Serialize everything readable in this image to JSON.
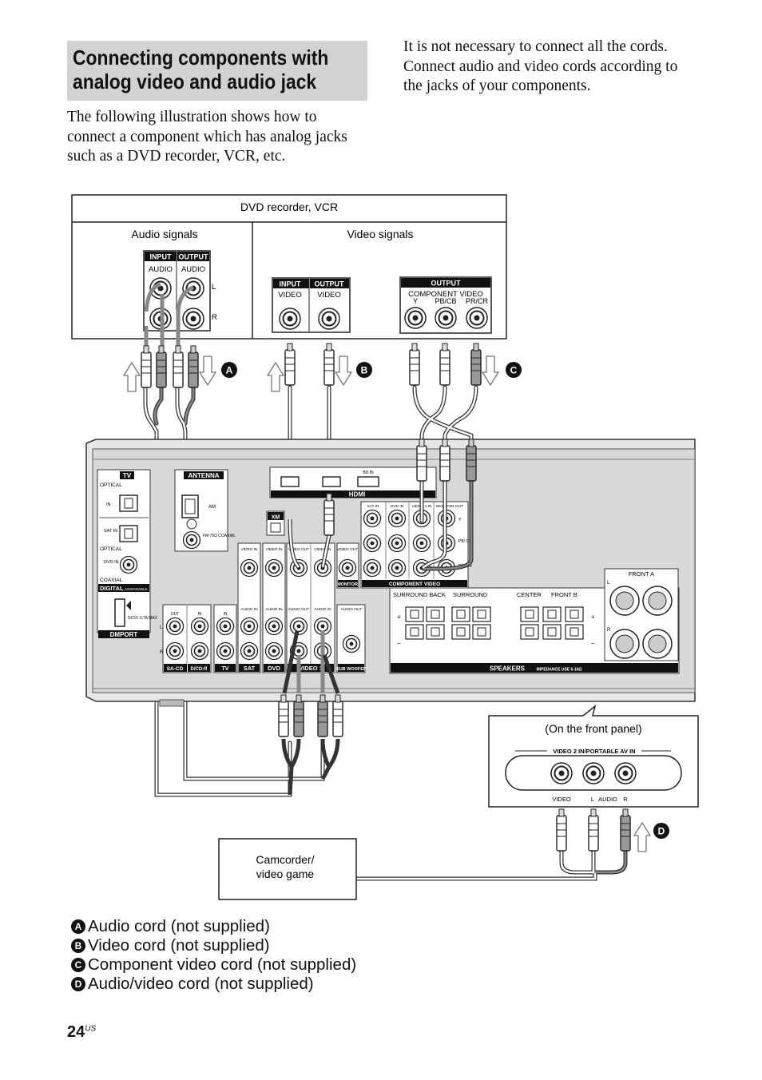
{
  "heading": {
    "line1": "Connecting components with",
    "line2": "analog video and audio jack"
  },
  "intro_left": [
    "The following illustration shows how to",
    "connect a component which has analog jacks",
    "such as a DVD recorder, VCR, etc."
  ],
  "intro_right": [
    "It is not necessary to connect all the cords.",
    "Connect audio and video cords according to",
    "the jacks of your components."
  ],
  "diagram": {
    "source_box_title": "DVD recorder, VCR",
    "audio_signals": "Audio signals",
    "video_signals": "Video signals",
    "input": "INPUT",
    "output": "OUTPUT",
    "audio": "AUDIO",
    "video": "VIDEO",
    "l": "L",
    "r": "R",
    "component_video": "COMPONENT VIDEO",
    "y": "Y",
    "pb": "PB/CB",
    "pr": "PR/CR",
    "marker_a": "A",
    "marker_b": "B",
    "marker_c": "C",
    "marker_d": "D",
    "receiver": {
      "tv": "TV",
      "optical": "OPTICAL",
      "in": "IN",
      "sat_in": "SAT IN",
      "dvd_in": "DVD IN",
      "coaxial": "COAXIAL",
      "digital": "DIGITAL",
      "assignable": "ASSIGNABLE",
      "dmport": "DMPORT",
      "dcv": "DC5V 0.7A MAX",
      "antenna": "ANTENNA",
      "am": "AM",
      "fm": "FM 75Ω COAXIAL",
      "hdmi": "HDMI",
      "bd_in": "BD IN",
      "xm": "XM",
      "video_in": "VIDEO IN",
      "video_out": "VIDEO OUT",
      "audio_in": "AUDIO IN",
      "audio_out": "AUDIO OUT",
      "monitor": "MONITOR",
      "monitor_out": "MONITOR OUT",
      "sat": "SAT",
      "dvd": "DVD",
      "video1": "VIDEO 1",
      "video1_in": "VIDEO 1 IN",
      "sa_cd": "SA-CD",
      "cd_r": "D/CD-R",
      "sub_woofer": "SUB WOOFER",
      "out": "OUT",
      "component_video": "COMPONENT VIDEO",
      "surround_back": "SURROUND BACK",
      "surround": "SURROUND",
      "center": "CENTER",
      "front_b": "FRONT B",
      "front_a": "FRONT A",
      "speakers": "SPEAKERS",
      "impedance": "IMPEDANCE USE 6-16Ω",
      "pb_short": "PB/ CB",
      "pr_short": "PR/ CR"
    },
    "front_panel_title": "(On the front panel)",
    "front_panel_label": "VIDEO 2 IN/PORTABLE AV IN",
    "front_video": "VIDEO",
    "front_l": "L",
    "front_audio": "AUDIO",
    "front_r": "R",
    "camcorder_line1": "Camcorder/",
    "camcorder_line2": "video game"
  },
  "legend": [
    {
      "badge": "A",
      "text": "Audio cord (not supplied)"
    },
    {
      "badge": "B",
      "text": "Video cord (not supplied)"
    },
    {
      "badge": "C",
      "text": "Component video cord (not supplied)"
    },
    {
      "badge": "D",
      "text": "Audio/video cord (not supplied)"
    }
  ],
  "page": {
    "number": "24",
    "suffix": "US"
  }
}
